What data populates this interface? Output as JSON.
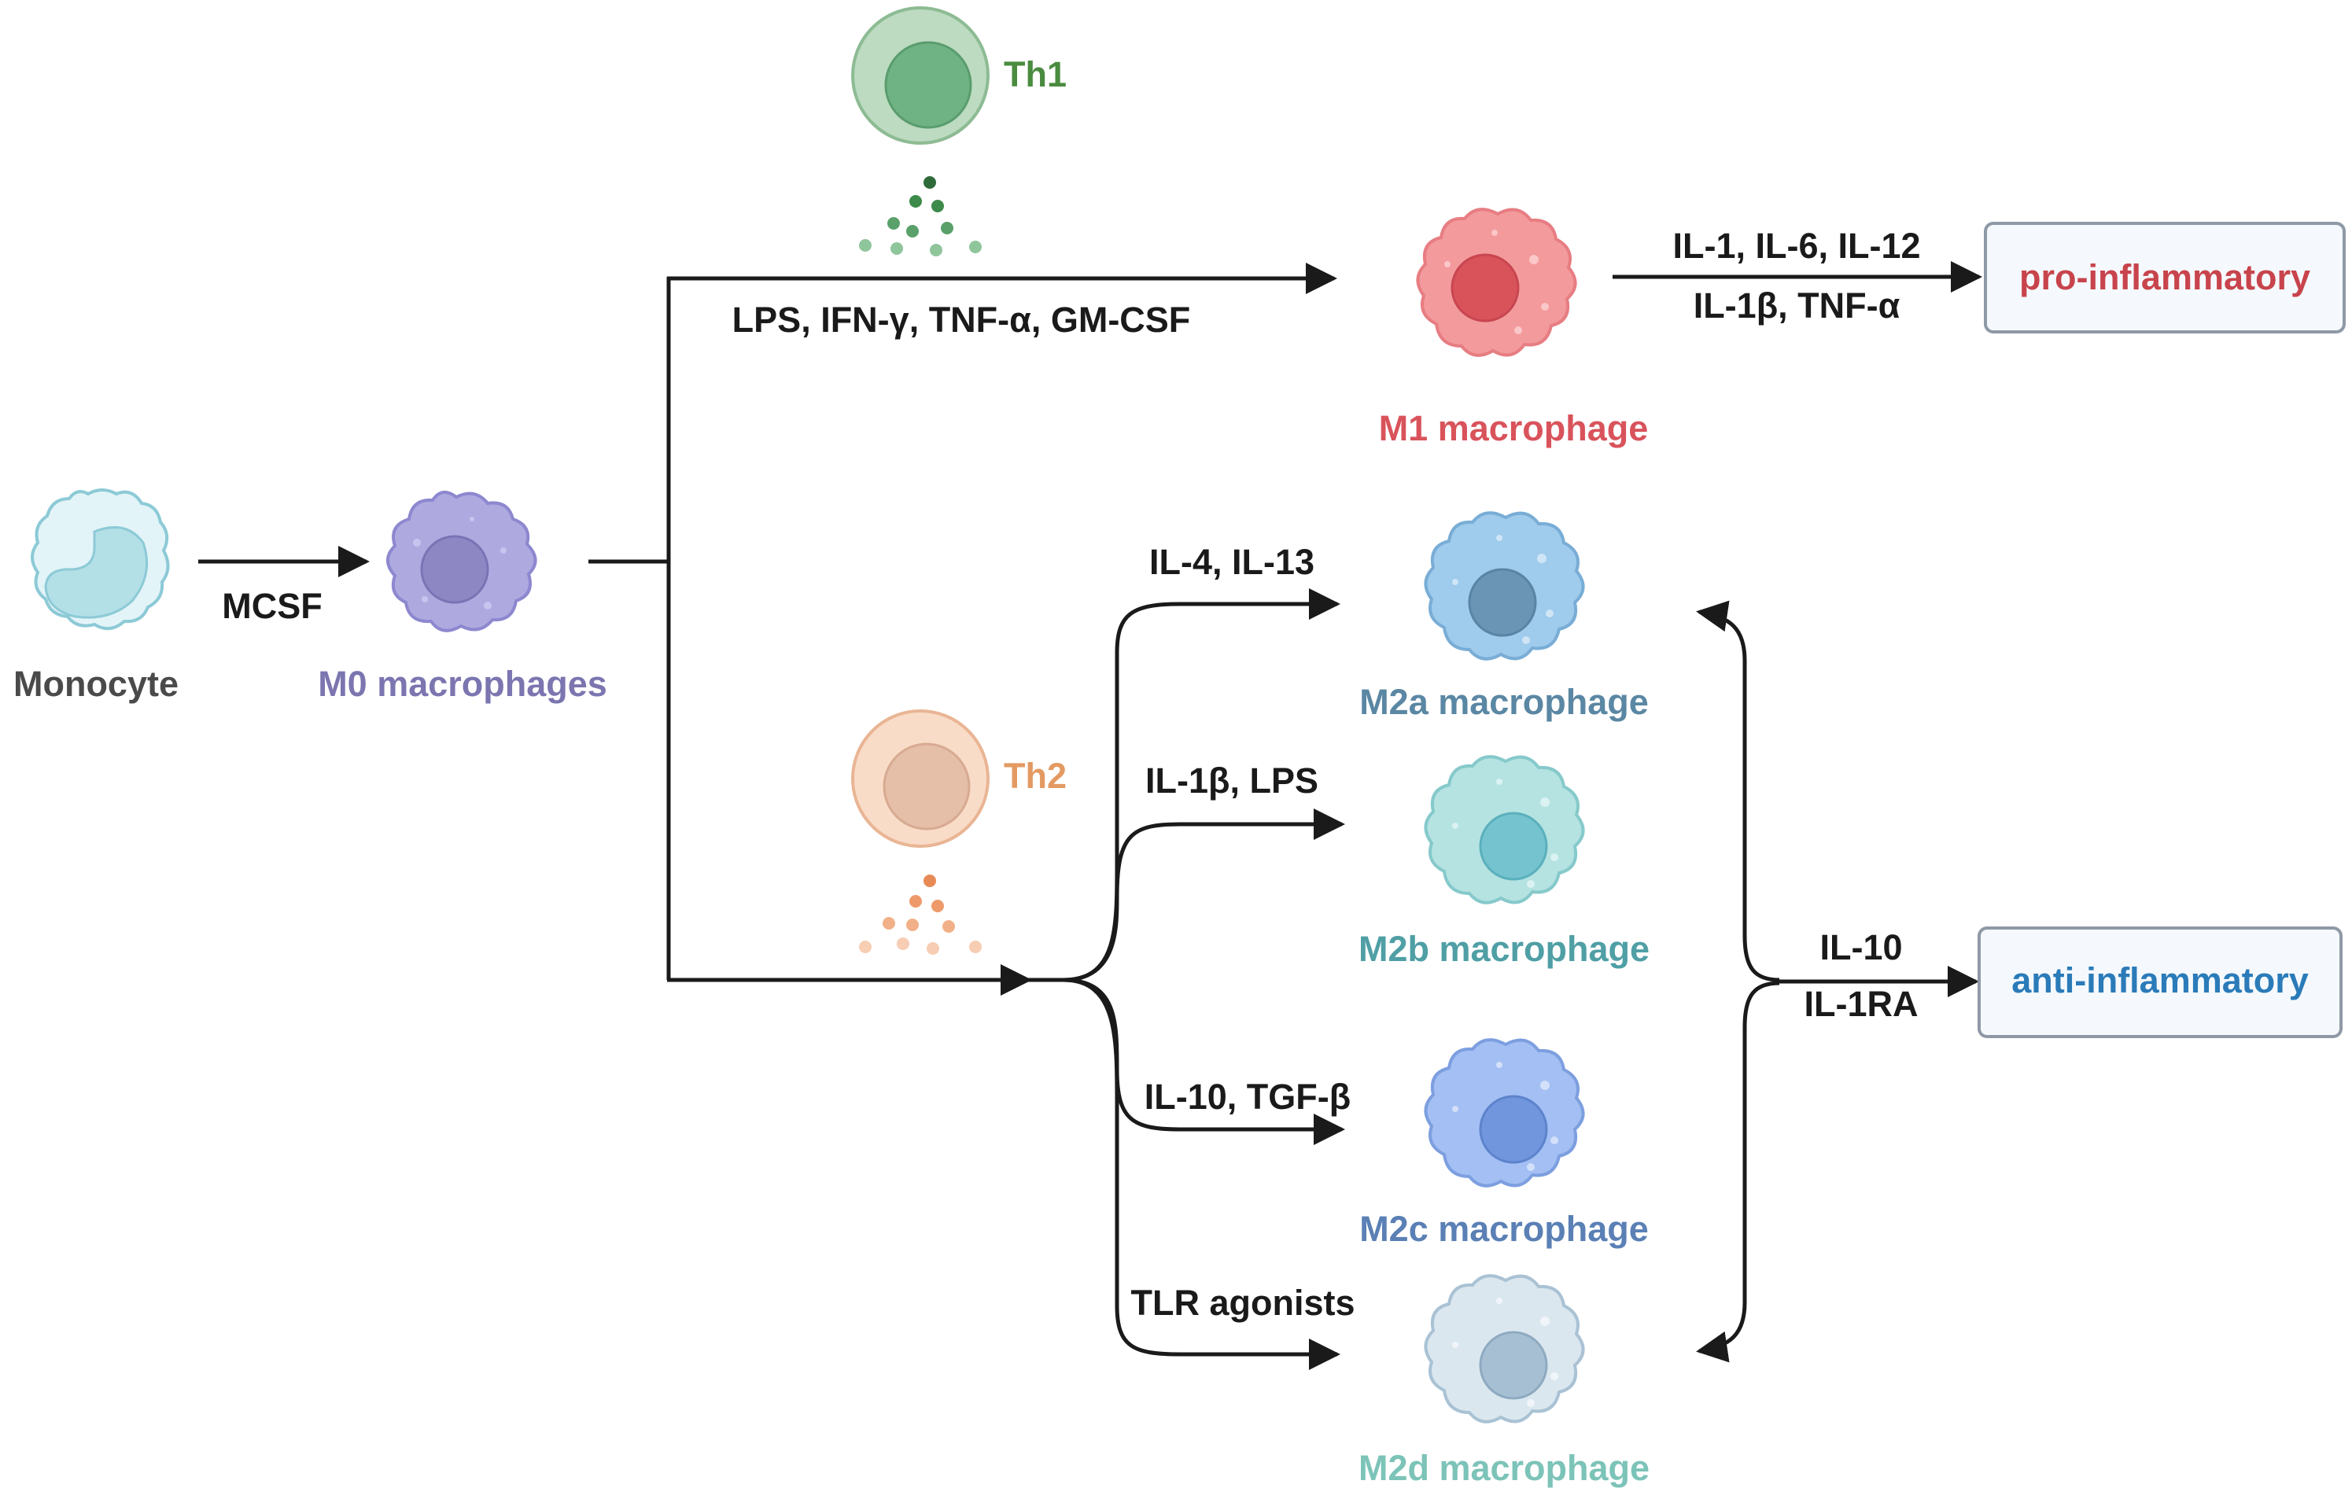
{
  "cells": {
    "monocyte": "Monocyte",
    "m0": "M0 macrophages",
    "th1": "Th1",
    "th2": "Th2",
    "m1": "M1 macrophage",
    "m2a": "M2a macrophage",
    "m2b": "M2b macrophage",
    "m2c": "M2c macrophage",
    "m2d": "M2d macrophage"
  },
  "stimuli": {
    "mcsf": "MCSF",
    "m1": "LPS, IFN-γ, TNF-α, GM-CSF",
    "m2a": "IL-4, IL-13",
    "m2b": "IL-1β, LPS",
    "m2c": "IL-10, TGF-β",
    "m2d": "TLR agonists"
  },
  "outputs": {
    "m1_line1": "IL-1, IL-6, IL-12",
    "m1_line2": "IL-1β,  TNF-α",
    "m2_line1": "IL-10",
    "m2_line2": "IL-1RA",
    "pro": "pro-inflammatory",
    "anti": "anti-inflammatory"
  },
  "colors": {
    "monocyte": "#4a4a4a",
    "m0": "#7b75b0",
    "th1": "#4a8c3f",
    "th2": "#e39a62",
    "m1": "#d9535b",
    "m2a": "#5a87a3",
    "m2b": "#4f9fa5",
    "m2c": "#5a80b5",
    "m2d": "#7cc3b8",
    "pro": "#c8444c",
    "anti": "#2b7bb9"
  }
}
